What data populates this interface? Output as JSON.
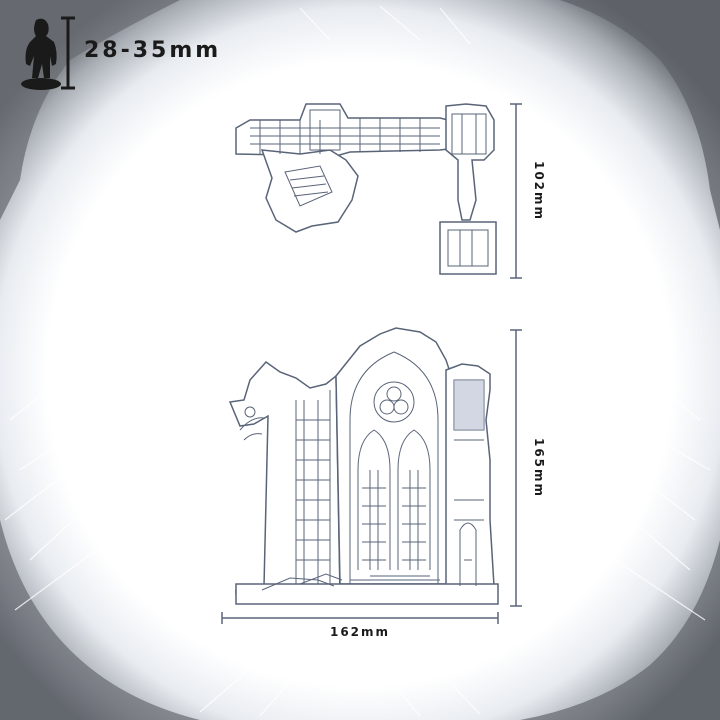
{
  "scale": {
    "label": "28-35mm"
  },
  "dimensions": {
    "plan_depth": "102mm",
    "elevation_height": "165mm",
    "elevation_width": "162mm"
  },
  "colors": {
    "line": "#5a6478",
    "fill": "#ffffff",
    "accent": "#aeb6cc",
    "text": "#1a1a1a",
    "frame_dark": "#7d7d7d"
  },
  "icons": {
    "scale_figure": "miniature-silhouette-icon"
  }
}
